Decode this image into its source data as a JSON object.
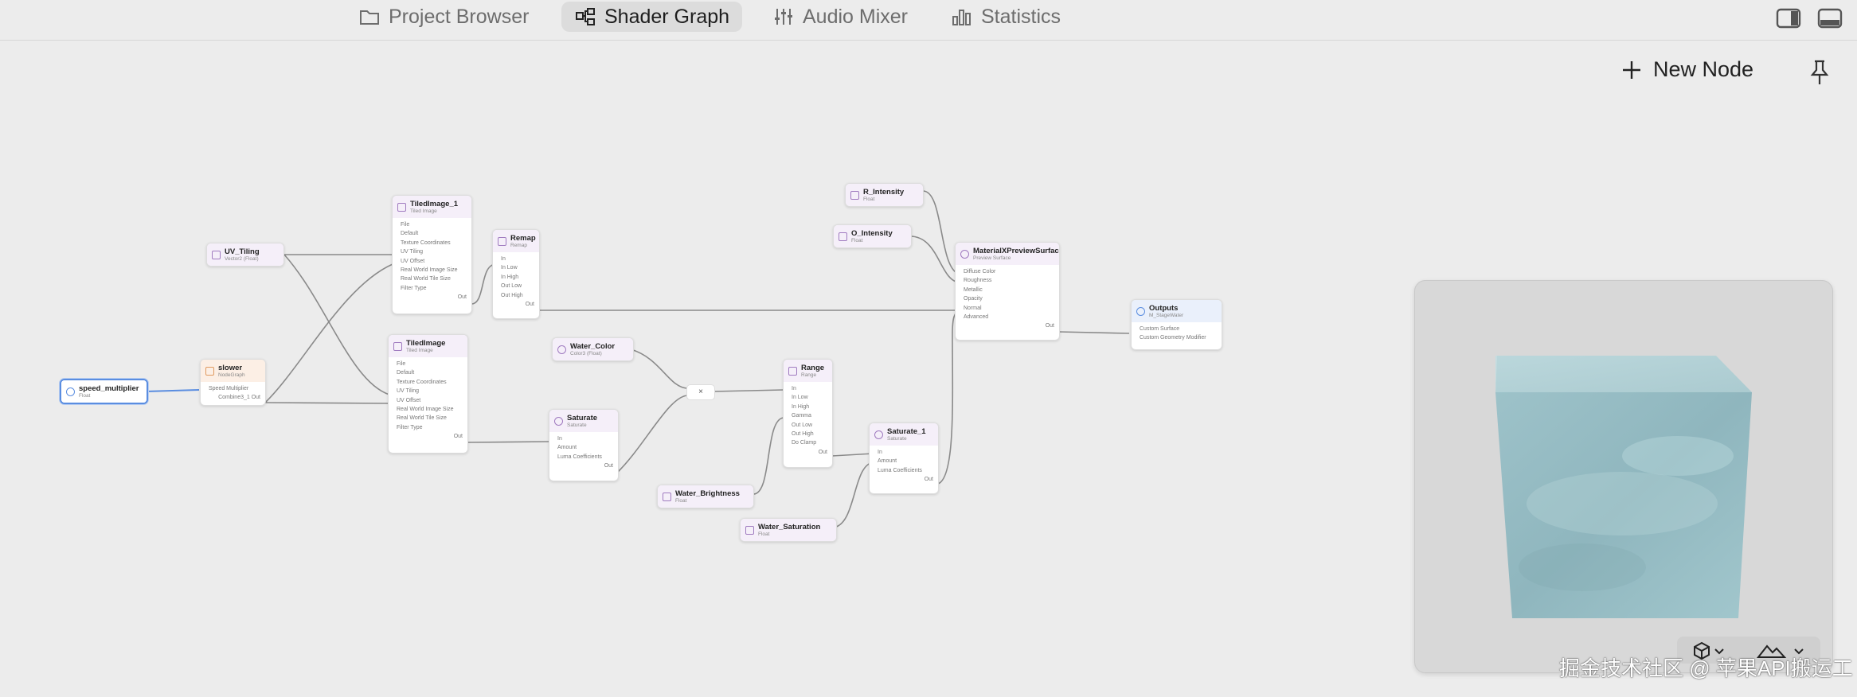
{
  "tabs": [
    {
      "label": "Project Browser",
      "icon": "folder-icon"
    },
    {
      "label": "Shader Graph",
      "icon": "graph-icon",
      "active": true
    },
    {
      "label": "Audio Mixer",
      "icon": "sliders-icon"
    },
    {
      "label": "Statistics",
      "icon": "bar-chart-icon"
    }
  ],
  "toolbar": {
    "new_node_label": "New Node"
  },
  "nodes": {
    "uv_tiling": {
      "title": "UV_Tiling",
      "subtitle": "Vector2 (Float)"
    },
    "speed_multiplier": {
      "title": "speed_multiplier",
      "subtitle": "Float"
    },
    "slower": {
      "title": "slower",
      "subtitle": "NodeGraph",
      "rows": [
        "Speed Multiplier"
      ],
      "out": "Combine3_1 Out"
    },
    "tiledimage_1": {
      "title": "TiledImage_1",
      "subtitle": "Tiled Image",
      "rows": [
        "File",
        "Default",
        "Texture Coordinates",
        "UV Tiling",
        "UV Offset",
        "Real World Image Size",
        "Real World Tile Size",
        "Filter Type"
      ],
      "out": "Out"
    },
    "tiledimage": {
      "title": "TiledImage",
      "subtitle": "Tiled Image",
      "rows": [
        "File",
        "Default",
        "Texture Coordinates",
        "UV Tiling",
        "UV Offset",
        "Real World Image Size",
        "Real World Tile Size",
        "Filter Type"
      ],
      "out": "Out"
    },
    "remap": {
      "title": "Remap",
      "subtitle": "Remap",
      "rows": [
        "In",
        "In Low",
        "In High",
        "Out Low",
        "Out High"
      ],
      "out": "Out"
    },
    "water_color": {
      "title": "Water_Color",
      "subtitle": "Color3 (Float)"
    },
    "saturate": {
      "title": "Saturate",
      "subtitle": "Saturate",
      "rows": [
        "In",
        "Amount",
        "Luma Coefficients"
      ],
      "out": "Out"
    },
    "multiply": {
      "symbol": "×"
    },
    "range": {
      "title": "Range",
      "subtitle": "Range",
      "rows": [
        "In",
        "In Low",
        "In High",
        "Gamma",
        "Out Low",
        "Out High",
        "Do Clamp"
      ],
      "out": "Out"
    },
    "water_brightness": {
      "title": "Water_Brightness",
      "subtitle": "Float"
    },
    "water_saturation": {
      "title": "Water_Saturation",
      "subtitle": "Float"
    },
    "r_intensity": {
      "title": "R_Intensity",
      "subtitle": "Float"
    },
    "o_intensity": {
      "title": "O_Intensity",
      "subtitle": "Float"
    },
    "preview_surface": {
      "title": "MaterialXPreviewSurface",
      "subtitle": "Preview Surface",
      "rows": [
        "Diffuse Color",
        "Roughness",
        "Metallic",
        "Opacity",
        "Normal",
        "Advanced"
      ],
      "out": "Out"
    },
    "saturate_1": {
      "title": "Saturate_1",
      "subtitle": "Saturate",
      "rows": [
        "In",
        "Amount",
        "Luma Coefficients"
      ],
      "out": "Out"
    },
    "outputs": {
      "title": "Outputs",
      "subtitle": "M_StageWater",
      "rows": [
        "Custom Surface",
        "Custom Geometry Modifier"
      ]
    }
  },
  "preview": {
    "cube_color": "#9cc4cc",
    "tool_icons": [
      "cube-icon",
      "mountain-icon"
    ]
  },
  "watermark": "掘金技术社区 @ 苹果API搬运工",
  "colors": {
    "accent": "#5a8de0",
    "wire": "#8a8a8a",
    "canvas": "#ececec"
  }
}
